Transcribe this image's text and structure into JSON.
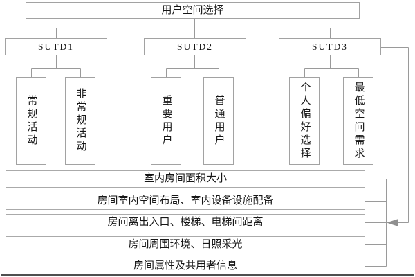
{
  "diagram": {
    "title_node": "用户空间选择",
    "groups": [
      {
        "label": "SUTD1",
        "children": [
          "常规活动",
          "非常规活动"
        ]
      },
      {
        "label": "SUTD2",
        "children": [
          "重要用户",
          "普通用户"
        ]
      },
      {
        "label": "SUTD3",
        "children": [
          "个人偏好选择",
          "最低空间需求"
        ]
      }
    ],
    "criteria_rows": [
      "室内房间面积大小",
      "房间室内空间布局、室内设备设施配备",
      "房间离出入口、楼梯、电梯间距离",
      "房间周围环境、日照采光",
      "房间属性及共用者信息"
    ],
    "icons": {
      "feedback_arrow": "left-arrowhead"
    },
    "colors": {
      "line": "#9a9a9a",
      "box_border": "#a2a2a2",
      "text": "#161616",
      "arrowhead": "#8f8f8f",
      "bottom_rule": "#4f4f4f",
      "background": "#ffffff"
    }
  }
}
